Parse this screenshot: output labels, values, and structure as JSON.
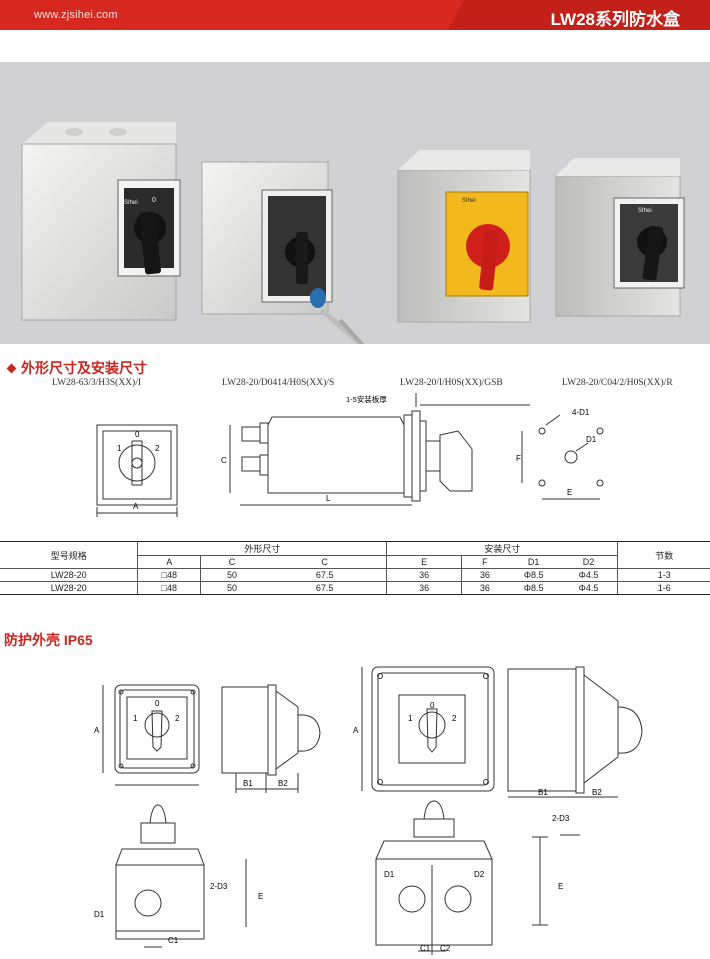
{
  "header": {
    "url": "www.zjsihei.com",
    "title": "LW28系列防水盒"
  },
  "products": [
    {
      "model": "LW28-63/3/H3S(XX)/I"
    },
    {
      "model": "LW28-20/D0414/H0S(XX)/S"
    },
    {
      "model": "LW28-20/I/H0S(XX)/GSB"
    },
    {
      "model": "LW28-20/C04/2/H0S(XX)/R"
    }
  ],
  "section1": {
    "title": "外形尺寸及安装尺寸"
  },
  "dims": {
    "front_labels": {
      "pos0": "0",
      "pos1": "1",
      "pos2": "2",
      "a": "A"
    },
    "side_labels": {
      "plate": "1-5安装板厚",
      "c": "C",
      "l": "L"
    },
    "hole_labels": {
      "holes": "4-D1",
      "d1": "D1",
      "f": "F",
      "e": "E"
    }
  },
  "table": {
    "col_model": "型号规格",
    "group_outline": "外形尺寸",
    "group_mount": "安装尺寸",
    "col_sections": "节数",
    "sub": [
      "A",
      "C",
      "C",
      "E",
      "F",
      "D1",
      "D2"
    ],
    "rows": [
      {
        "model": "LW28-20",
        "a": "□48",
        "c1": "50",
        "c2": "67.5",
        "e": "36",
        "f": "36",
        "d1": "Φ8.5",
        "d2": "Φ4.5",
        "n": "1-3"
      },
      {
        "model": "LW28-20",
        "a": "□48",
        "c1": "50",
        "c2": "67.5",
        "e": "36",
        "f": "36",
        "d1": "Φ8.5",
        "d2": "Φ4.5",
        "n": "1-6"
      }
    ]
  },
  "section2": {
    "title": "防护外壳  IP65"
  },
  "enclosure": {
    "small": {
      "a": "A",
      "b1": "B1",
      "b2": "B2",
      "p1": "1",
      "p0": "0",
      "p2": "2"
    },
    "large": {
      "a": "A",
      "b1": "B1",
      "b2": "B2",
      "p1": "1",
      "p0": "0",
      "p2": "2"
    },
    "bottom_left": {
      "d1": "D1",
      "c1": "C1",
      "d3": "2-D3",
      "e": "E"
    },
    "bottom_mid": {
      "d1": "D1",
      "d2": "D2",
      "c1": "C1",
      "c2": "C2"
    },
    "bottom_right": {
      "d3": "2-D3",
      "e": "E"
    }
  },
  "colors": {
    "brand_red": "#d72820",
    "photo_bg": "#d1d1d3",
    "yellow_plate": "#f2b81c",
    "red_handle": "#d0201a"
  }
}
